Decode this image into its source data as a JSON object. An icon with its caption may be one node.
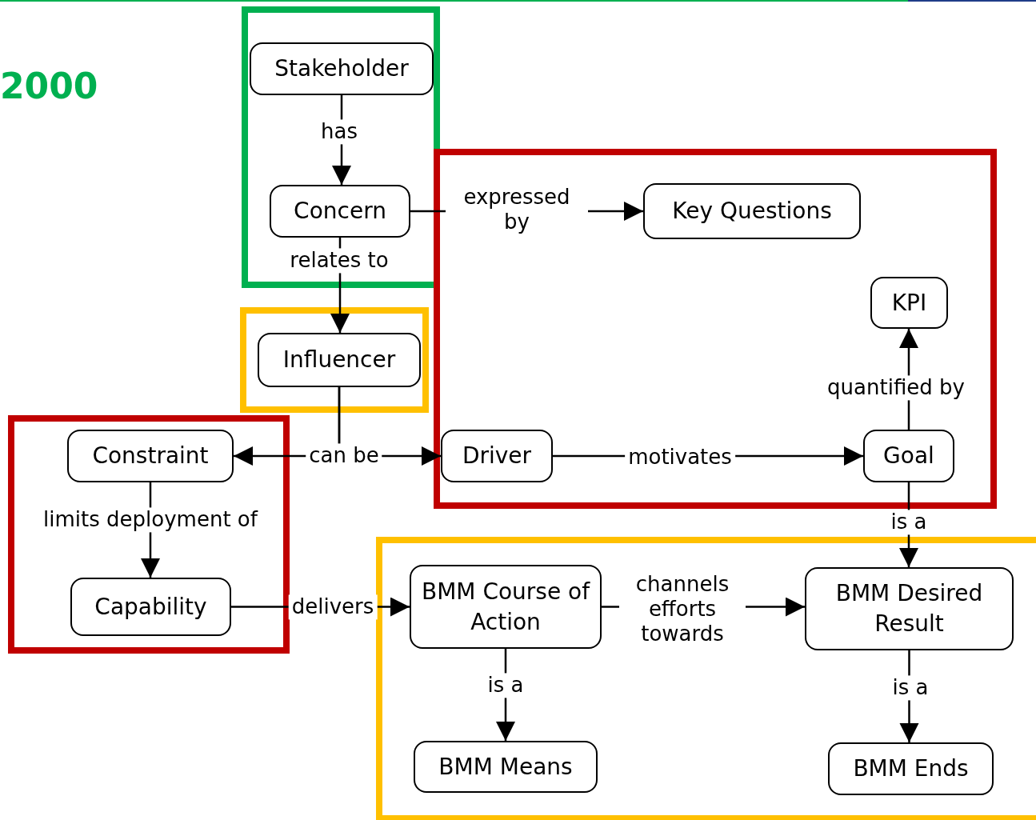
{
  "diagram": {
    "nodes": [
      {
        "text": [],
        "shape": "box"
      },
      {
        "text": [
          "Stakeholder"
        ],
        "in": 0
      },
      {
        "text": [
          "Concern"
        ],
        "in": 0
      },
      {
        "text": [],
        "shape": "box"
      },
      {
        "text": [
          "Key Questions"
        ],
        "in": 3
      },
      {
        "text": [
          "KPI"
        ],
        "in": 3
      },
      {
        "text": [],
        "shape": "box"
      },
      {
        "text": [
          "Influencer"
        ],
        "in": 6
      },
      {
        "text": [],
        "shape": "box"
      },
      {
        "text": [
          "Constraint"
        ],
        "in": 8
      },
      {
        "text": [
          "Driver"
        ],
        "in": 3
      },
      {
        "text": [
          "Goal"
        ],
        "in": 3
      },
      {
        "text": [
          "Capability"
        ],
        "in": 8
      },
      {
        "text": [],
        "shape": "box"
      },
      {
        "text": [
          "BMM Course of Action"
        ],
        "in": 13
      },
      {
        "text": [
          "BMM Desired Result"
        ],
        "in": 13
      },
      {
        "text": [
          "BMM Means"
        ],
        "in": 13
      },
      {
        "text": [
          "BMM Ends"
        ],
        "in": 13
      }
    ],
    "edges": [
      {
        "from": 1,
        "to": 2,
        "arrow": "to",
        "label": "has"
      },
      {
        "from": 2,
        "to": 4,
        "arrow": "to",
        "label": "expressed by"
      },
      {
        "from": 2,
        "to": 7,
        "arrow": "to",
        "label": "relates to"
      },
      {
        "from": 7,
        "to": 9,
        "arrow": "to",
        "label": "can be"
      },
      {
        "from": 7,
        "to": 10,
        "arrow": "to"
      },
      {
        "from": 10,
        "to": 11,
        "arrow": "to",
        "label": "motivates"
      },
      {
        "from": 11,
        "to": 5,
        "arrow": "to",
        "label": "quantified by"
      },
      {
        "from": 11,
        "to": 15,
        "arrow": "to",
        "label": "is a"
      },
      {
        "from": 9,
        "to": 12,
        "arrow": "to",
        "label": "limits deployment of"
      },
      {
        "from": 12,
        "to": 14,
        "arrow": "to",
        "label": "delivers"
      },
      {
        "from": 14,
        "to": 15,
        "arrow": "to",
        "label": "channels efforts towards"
      },
      {
        "from": 14,
        "to": 16,
        "arrow": "to",
        "label": "is a"
      },
      {
        "from": 15,
        "to": 17,
        "arrow": "to",
        "label": "is a"
      }
    ],
    "labels": [
      "2000"
    ]
  }
}
